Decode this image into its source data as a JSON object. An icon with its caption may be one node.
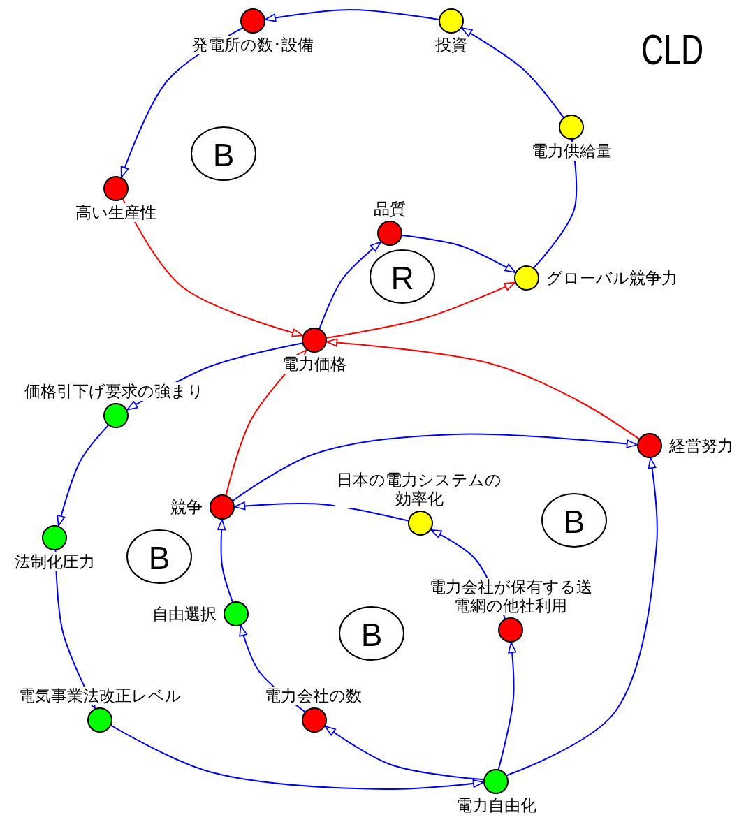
{
  "diagram": {
    "title": "CLD",
    "nodes": [
      {
        "text": [
          "発電所の数･設備"
        ]
      },
      {
        "text": [
          "投資"
        ]
      },
      {
        "text": [
          "電力供給量"
        ]
      },
      {
        "text": [
          "高い生産性"
        ]
      },
      {
        "text": [
          "品質"
        ]
      },
      {
        "text": [
          "グローバル競争力"
        ]
      },
      {
        "text": [
          "電力価格"
        ]
      },
      {
        "text": [
          "価格引下げ要求の強まり"
        ]
      },
      {
        "text": [
          "経営努力"
        ]
      },
      {
        "text": [
          "日本の電力システムの効率化"
        ]
      },
      {
        "text": [
          "競争"
        ]
      },
      {
        "text": [
          "法制化圧力"
        ]
      },
      {
        "text": [
          "自由選択"
        ]
      },
      {
        "text": [
          "電力会社が保有する送電網の他社利用"
        ]
      },
      {
        "text": [
          "電気事業法改正レベル"
        ]
      },
      {
        "text": [
          "電力会社の数"
        ]
      },
      {
        "text": [
          "電力自由化"
        ]
      },
      {
        "text": [
          "B"
        ]
      },
      {
        "text": [
          "R"
        ]
      },
      {
        "text": [
          "B"
        ]
      },
      {
        "text": [
          "B"
        ]
      },
      {
        "text": [
          "B"
        ]
      }
    ],
    "edges": [
      {
        "from": 1,
        "to": 0,
        "arrow": "to"
      },
      {
        "from": 0,
        "to": 3,
        "arrow": "to"
      },
      {
        "from": 2,
        "to": 1,
        "arrow": "to"
      },
      {
        "from": 5,
        "to": 2,
        "arrow": "to"
      },
      {
        "from": 4,
        "to": 5,
        "arrow": "to"
      },
      {
        "from": 6,
        "to": 4,
        "arrow": "to"
      },
      {
        "from": 3,
        "to": 6,
        "arrow": "to",
        "color": "#ff0000"
      },
      {
        "from": 6,
        "to": 5,
        "arrow": "to",
        "color": "#ff0000"
      },
      {
        "from": 8,
        "to": 6,
        "arrow": "to",
        "color": "#ff0000"
      },
      {
        "from": 10,
        "to": 6,
        "arrow": "to",
        "color": "#ff0000"
      },
      {
        "from": 6,
        "to": 7,
        "arrow": "to"
      },
      {
        "from": 7,
        "to": 11,
        "arrow": "to"
      },
      {
        "from": 11,
        "to": 14,
        "arrow": "to"
      },
      {
        "from": 14,
        "to": 16,
        "arrow": "to"
      },
      {
        "from": 16,
        "to": 15,
        "arrow": "to"
      },
      {
        "from": 15,
        "to": 12,
        "arrow": "to"
      },
      {
        "from": 12,
        "to": 10,
        "arrow": "to"
      },
      {
        "from": 10,
        "to": 8,
        "arrow": "to"
      },
      {
        "from": 9,
        "to": 10,
        "arrow": "to"
      },
      {
        "from": 13,
        "to": 9,
        "arrow": "to"
      },
      {
        "from": 16,
        "to": 13,
        "arrow": "to"
      },
      {
        "from": 16,
        "to": 8,
        "arrow": "to"
      }
    ]
  }
}
